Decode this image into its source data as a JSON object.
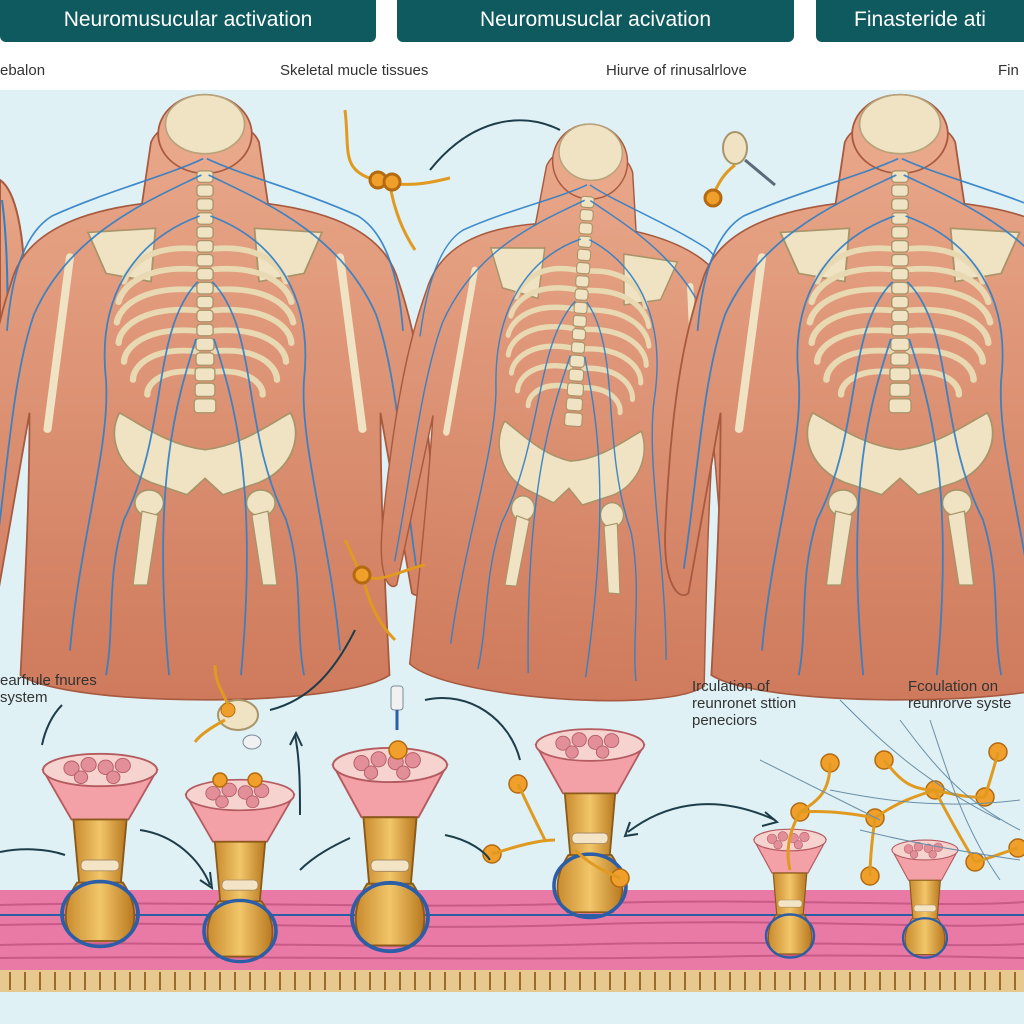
{
  "panels": [
    {
      "title": "Neuromusucular activation",
      "caption": "Skeletal mucle tissues"
    },
    {
      "title": "Neuromusuclar acivation",
      "caption": "Hiurve of rinusalrlove"
    },
    {
      "title": "Finasteride ati",
      "caption": "Fin"
    }
  ],
  "left_edge_caption": "ebalon",
  "bottom_labels": {
    "left": [
      "earfrule fnures",
      "system"
    ],
    "middle": [
      "Irculation of",
      "reunronet sttion",
      "peneciors"
    ],
    "right": [
      "Fcoulation on",
      "reunrorve syste"
    ]
  },
  "colors": {
    "header": "#0f5a5e",
    "background": "#dff1f4",
    "muscle": "#d98a6b",
    "bone": "#efe3c4",
    "nerve": "#2f7fc7",
    "neuron": "#f0a02a",
    "fiber_band": "#e87aa5"
  }
}
